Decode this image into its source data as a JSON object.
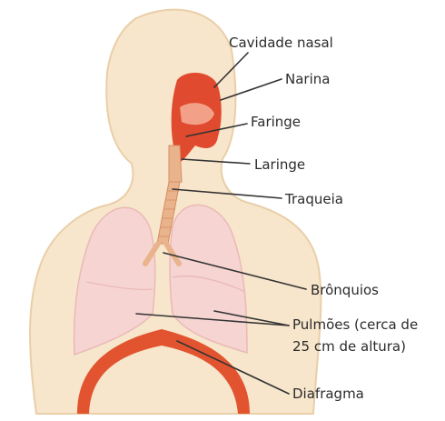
{
  "labels": {
    "nasal_cavity": "Cavidade nasal",
    "nostril": "Narina",
    "pharynx": "Faringe",
    "larynx": "Laringe",
    "trachea": "Traqueia",
    "bronchi": "Brônquios",
    "lungs_line1": "Pulmões (cerca de",
    "lungs_line2": "25 cm de altura)",
    "diaphragm": "Diafragma"
  },
  "colors": {
    "skin": "#f7e6cc",
    "skin_outline": "#e9cfa8",
    "lung": "#f6d4d2",
    "lung_shade": "#eab9b6",
    "airway_red": "#e04a2e",
    "trachea": "#e9b38c",
    "diaphragm": "#e2542f",
    "leader_line": "#333333",
    "text": "#2b2b2b"
  }
}
